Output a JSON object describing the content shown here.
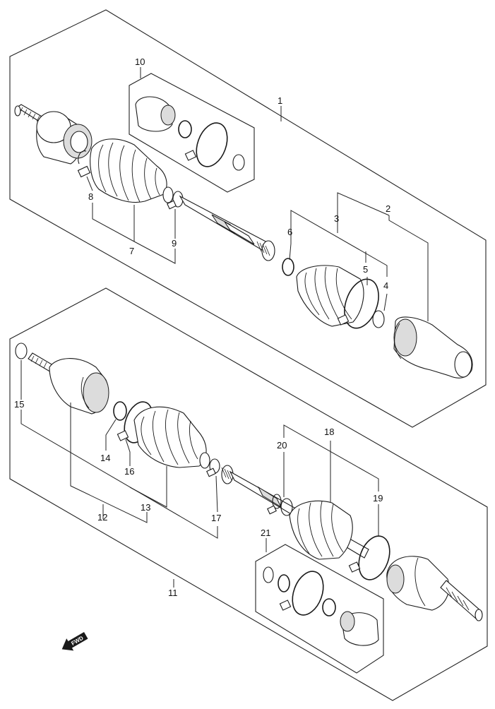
{
  "callouts": {
    "c1": "1",
    "c2": "2",
    "c3": "3",
    "c4": "4",
    "c5": "5",
    "c6": "6",
    "c7": "7",
    "c8": "8",
    "c9": "9",
    "c10": "10",
    "c11": "11",
    "c12": "12",
    "c13": "13",
    "c14": "14",
    "c15": "15",
    "c16": "16",
    "c17": "17",
    "c18": "18",
    "c19": "19",
    "c20": "20",
    "c21": "21"
  },
  "direction_arrow": {
    "label": "FWD"
  },
  "colors": {
    "line": "#1a1a1a",
    "background": "#ffffff",
    "shade": "#dcdcdc"
  }
}
